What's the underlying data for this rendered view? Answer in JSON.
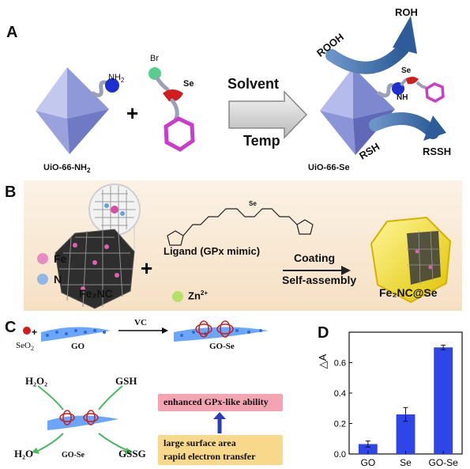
{
  "panelA": {
    "letter": "A",
    "nh2": "NH",
    "nh2_sub": "2",
    "br": "Br",
    "se": "Se",
    "solvent": "Solvent",
    "temp": "Temp",
    "se2": "Se",
    "nh": "NH",
    "rooh": "ROOH",
    "roh": "ROH",
    "rsh": "RSH",
    "rssh": "RSSH",
    "label_left": "UiO-66-NH",
    "label_left_sub": "2",
    "label_right": "UiO-66-Se"
  },
  "panelB": {
    "letter": "B",
    "fe": "Fe",
    "n": "N",
    "fe2nc": "Fe₂NC",
    "ligand": "Ligand (GPx mimic)",
    "zn": "Zn",
    "zn_sup": "2+",
    "coating": "Coating",
    "selfassembly": "Self-assembly",
    "product": "Fe₂NC@Se",
    "ligand_se": "Se"
  },
  "panelC": {
    "letter": "C",
    "seo2": "SeO",
    "seo2_sub": "2",
    "go": "GO",
    "vc": "VC",
    "gose": "GO-Se",
    "h2o2": "H₂O₂",
    "h2o": "H₂O",
    "gsh": "GSH",
    "gssg": "GSSG",
    "gose2": "GO-Se",
    "enhanced": "enhanced GPx-like ability",
    "large": "large surface area",
    "rapid": "rapid electron transfer"
  },
  "panelD": {
    "letter": "D"
  },
  "chart_data": {
    "type": "bar",
    "categories": [
      "GO",
      "Se",
      "GO-Se"
    ],
    "values": [
      0.065,
      0.26,
      0.7
    ],
    "errors": [
      0.02,
      0.045,
      0.015
    ],
    "ylabel": "△A",
    "ylim": [
      0,
      0.8
    ],
    "yticks": [
      "0.0",
      "0.2",
      "0.4",
      "0.6"
    ],
    "bar_color": "#2f46e6"
  }
}
